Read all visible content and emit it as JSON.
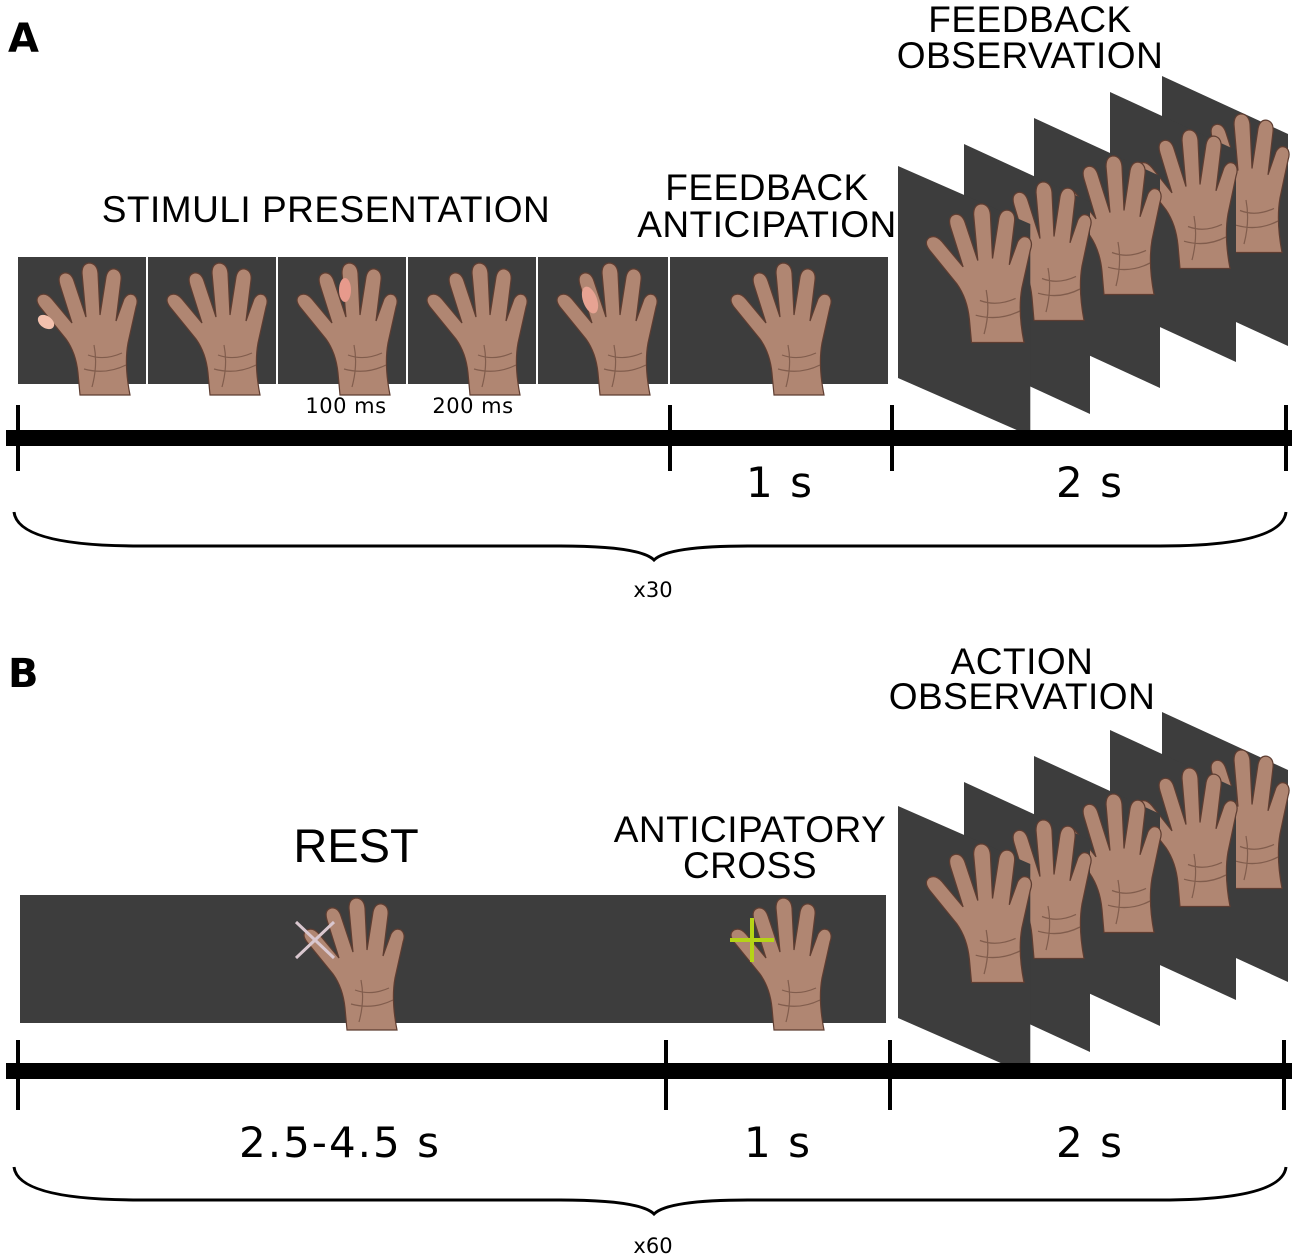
{
  "panel_a": {
    "letter": "A",
    "stimuli_label": "STIMULI PRESENTATION",
    "anticipation_label": [
      "FEEDBACK",
      "ANTICIPATION"
    ],
    "observation_label": [
      "FEEDBACK",
      "OBSERVATION"
    ],
    "timing_1": "100 ms",
    "timing_2": "200 ms",
    "dur_anticipation": "1 s",
    "dur_observation": "2 s",
    "repetitions": "x30"
  },
  "panel_b": {
    "letter": "B",
    "rest_label": "REST",
    "cross_label": [
      "ANTICIPATORY",
      "CROSS"
    ],
    "observation_label": [
      "ACTION",
      "OBSERVATION"
    ],
    "dur_rest": "2.5-4.5 s",
    "dur_cross": "1 s",
    "dur_observation": "2 s",
    "repetitions": "x60"
  },
  "colors": {
    "screen_bg": "#3d3d3d",
    "skin": "#b08672",
    "highlight": "#f3c1ae",
    "rest_cross": "#d9c7cf",
    "anticipatory_cross": "#b5d316"
  }
}
